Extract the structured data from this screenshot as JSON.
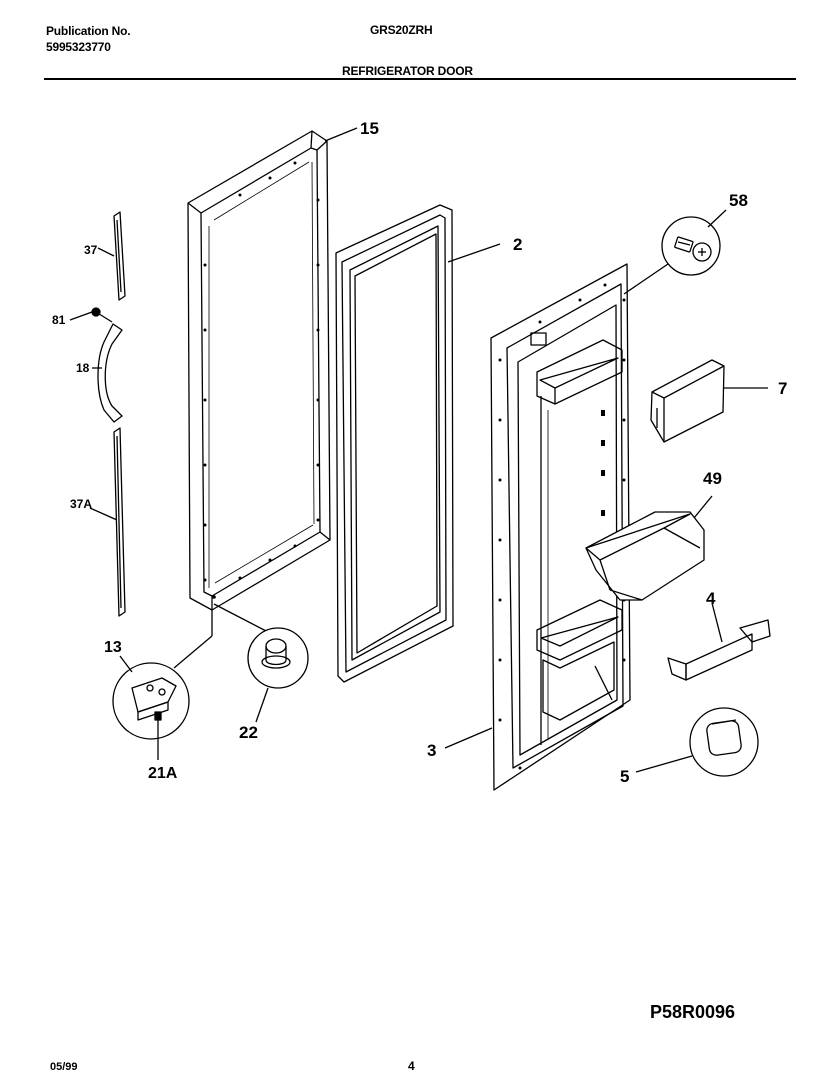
{
  "header": {
    "publication_label": "Publication No.",
    "publication_number": "5995323770",
    "model": "GRS20ZRH",
    "section_title": "REFRIGERATOR DOOR"
  },
  "callouts": {
    "c15": "15",
    "c2": "2",
    "c58": "58",
    "c7": "7",
    "c49": "49",
    "c4": "4",
    "c5": "5",
    "c3": "3",
    "c37": "37",
    "c81": "81",
    "c18": "18",
    "c37a": "37A",
    "c13": "13",
    "c21a": "21A",
    "c22": "22"
  },
  "footer": {
    "figure_code": "P58R0096",
    "date": "05/99",
    "page": "4"
  }
}
